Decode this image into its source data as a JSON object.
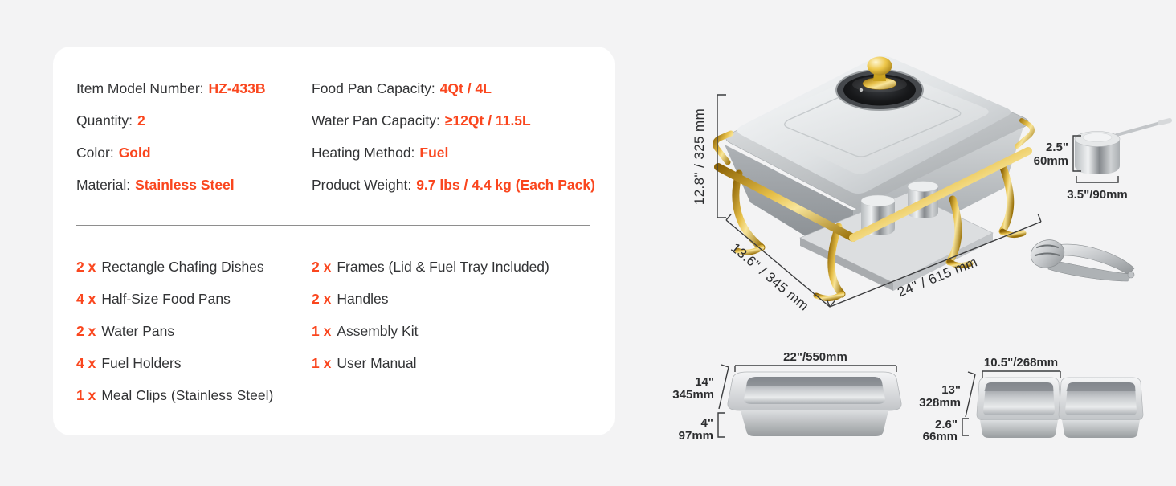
{
  "theme": {
    "background": "#f3f3f4",
    "card_background": "#ffffff",
    "accent_color": "#fa461e",
    "text_color": "#323335",
    "gold_color": "#d3a51e",
    "steel_color": "#c3c7ca"
  },
  "specs": {
    "left": [
      {
        "label": "Item Model Number:",
        "value": "HZ-433B"
      },
      {
        "label": "Quantity:",
        "value": "2"
      },
      {
        "label": "Color:",
        "value": "Gold"
      },
      {
        "label": "Material:",
        "value": "Stainless Steel"
      }
    ],
    "right": [
      {
        "label": "Food Pan Capacity:",
        "value": "4Qt / 4L"
      },
      {
        "label": "Water Pan Capacity:",
        "value": "≥12Qt / 11.5L"
      },
      {
        "label": "Heating Method:",
        "value": "Fuel"
      },
      {
        "label": "Product Weight:",
        "value": "9.7 lbs / 4.4 kg (Each Pack)"
      }
    ]
  },
  "package_contents": {
    "left": [
      {
        "qty": "2 x",
        "item": "Rectangle Chafing Dishes"
      },
      {
        "qty": "4 x",
        "item": "Half-Size Food Pans"
      },
      {
        "qty": "2 x",
        "item": "Water Pans"
      },
      {
        "qty": "4 x",
        "item": "Fuel Holders"
      },
      {
        "qty": "1 x",
        "item": "Meal Clips (Stainless Steel)"
      }
    ],
    "right": [
      {
        "qty": "2 x",
        "item": "Frames (Lid & Fuel Tray Included)"
      },
      {
        "qty": "2 x",
        "item": "Handles"
      },
      {
        "qty": "1 x",
        "item": "Assembly Kit"
      },
      {
        "qty": "1 x",
        "item": "User Manual"
      }
    ]
  },
  "diagram": {
    "chafer": {
      "height_label": "12.8\" / 325 mm",
      "depth_label": "13.6\" / 345 mm",
      "width_label": "24\" / 615 mm"
    },
    "fuel_holder": {
      "height_in": "2.5\"",
      "height_mm": "60mm",
      "diameter_label": "3.5\"/90mm"
    },
    "full_pan": {
      "width_label": "22\"/550mm",
      "depth_in": "14\"",
      "depth_mm": "345mm",
      "height_in": "4\"",
      "height_mm": "97mm"
    },
    "half_pan": {
      "width_label": "10.5\"/268mm",
      "depth_in": "13\"",
      "depth_mm": "328mm",
      "height_in": "2.6\"",
      "height_mm": "66mm"
    }
  }
}
